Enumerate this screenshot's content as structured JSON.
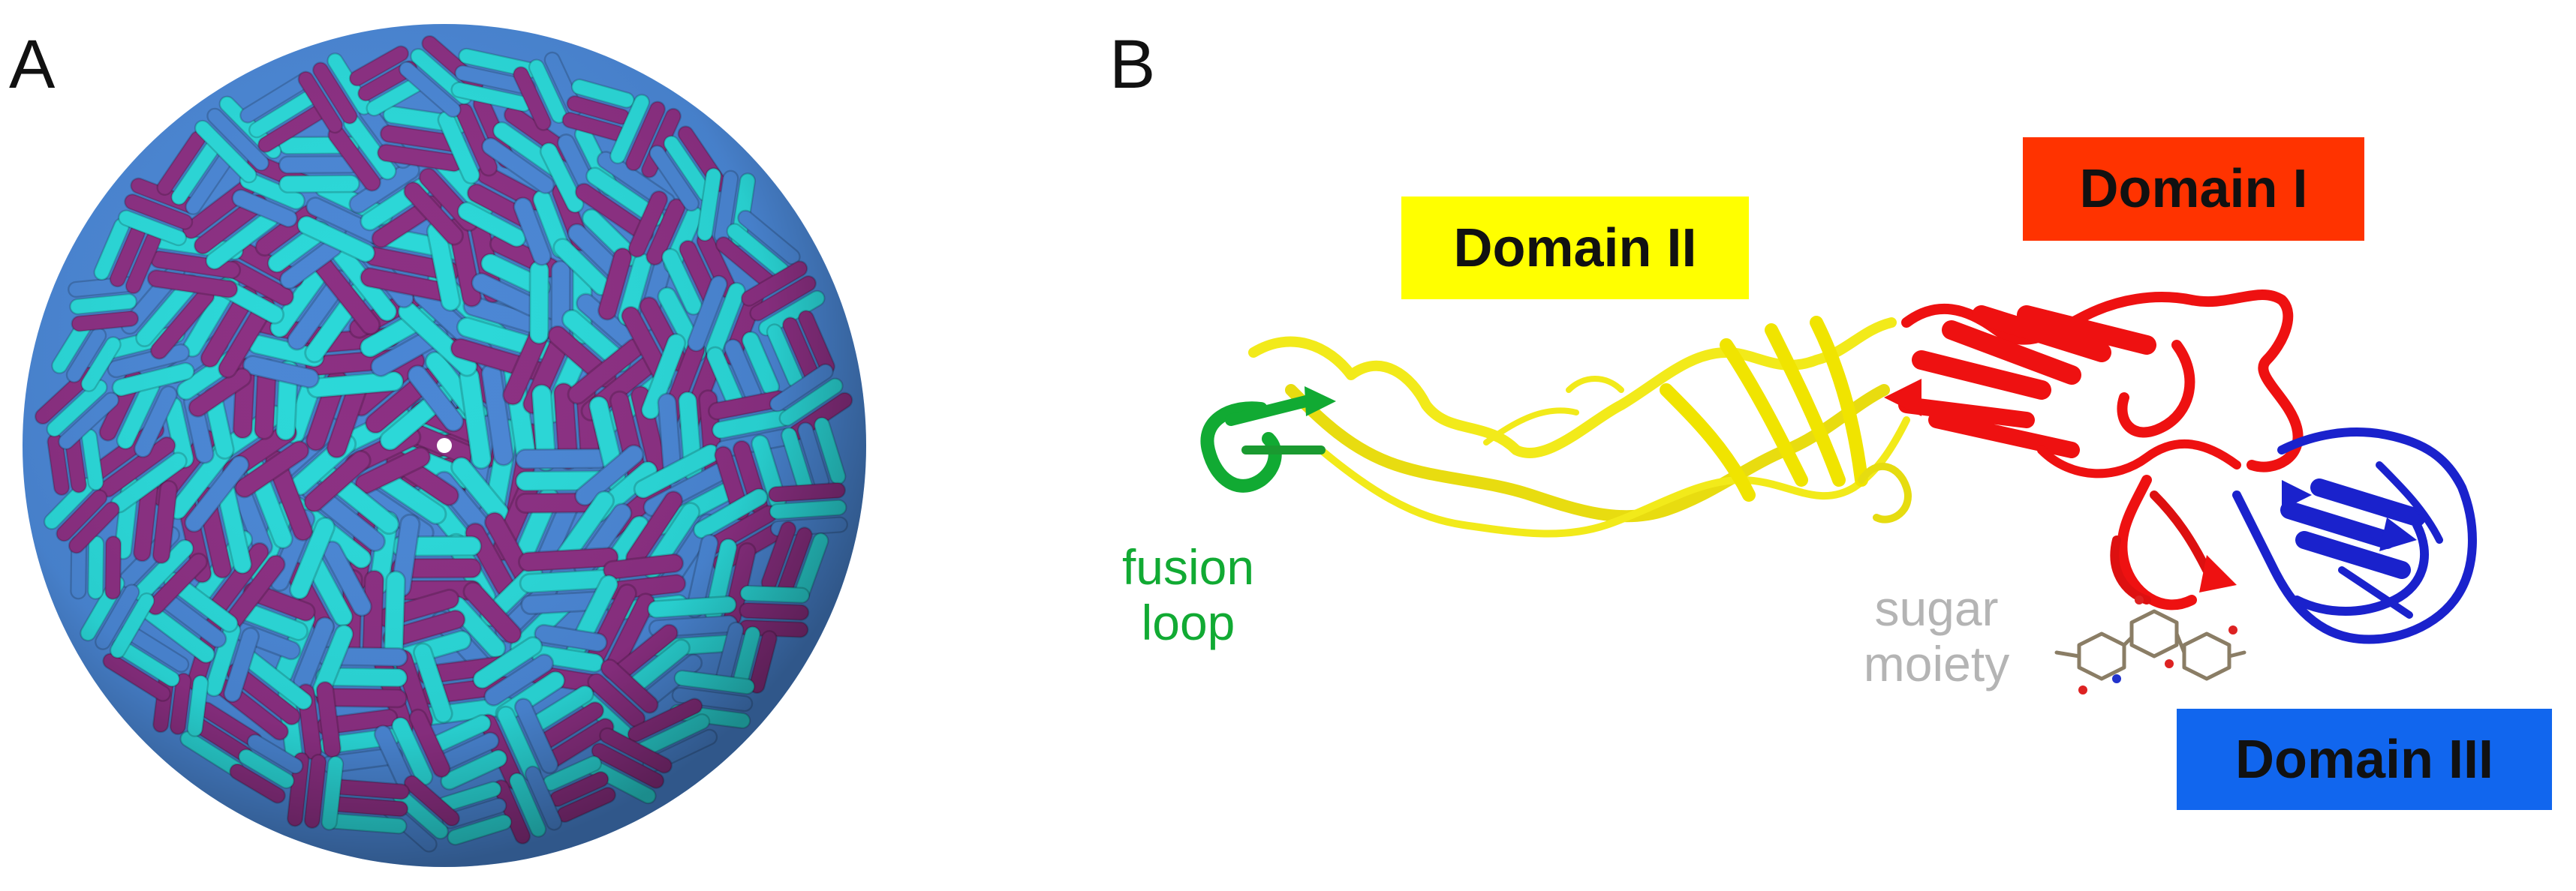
{
  "panels": {
    "a": "A",
    "b": "B"
  },
  "domains": [
    {
      "label": "Domain I",
      "color": "#ff3300"
    },
    {
      "label": "Domain II",
      "color": "#ffff00"
    },
    {
      "label": "Domain III",
      "color": "#1166ee"
    }
  ],
  "labels": {
    "fusion_loop": [
      "fusion",
      "loop"
    ],
    "sugar_moiety": [
      "sugar",
      "moiety"
    ]
  },
  "colors": {
    "capsid_magenta": "#8b2f82",
    "capsid_cyan": "#2ad8d8",
    "capsid_blue": "#4a86d4",
    "fusion_green": "#11aa33",
    "sugar_grey": "#b4b4b4",
    "ribbon_yellow": "#f2ea1a",
    "ribbon_red": "#ee1111",
    "ribbon_blue": "#1a22cc"
  }
}
